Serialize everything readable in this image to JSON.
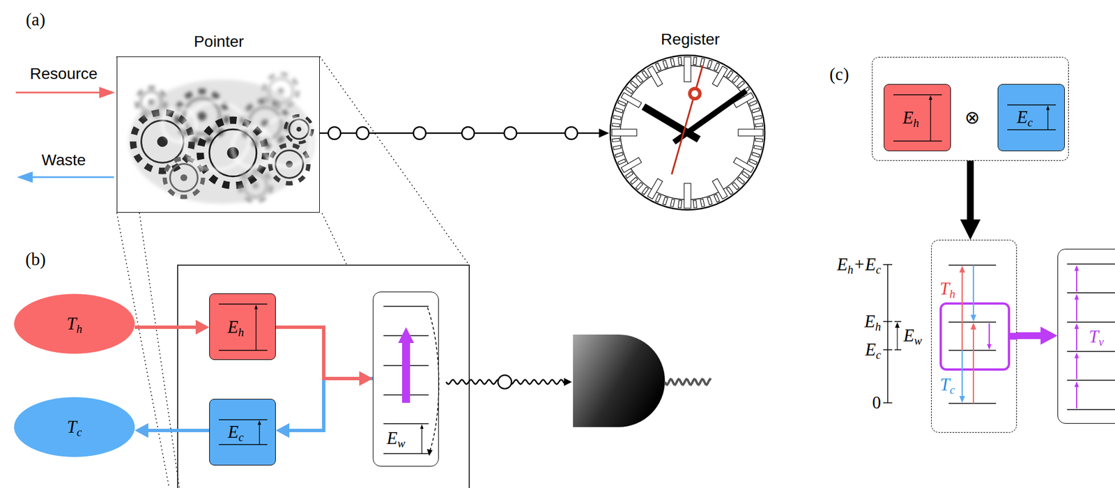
{
  "diagram": {
    "nodes": [
      {
        "text": [
          "Pointer"
        ]
      },
      {
        "text": [
          "Register"
        ]
      },
      {
        "text": [
          "Th"
        ]
      },
      {
        "text": [
          "Tc"
        ]
      },
      {
        "text": [
          "Eh"
        ]
      },
      {
        "text": [
          "Ec"
        ]
      },
      {
        "text": [
          "Ew"
        ]
      },
      {
        "text": [
          "⊗"
        ]
      },
      {
        "text": [
          "Eh"
        ],
        "in": 7
      },
      {
        "text": [
          "Ec"
        ],
        "in": 7
      },
      {
        "text": [
          "Th",
          "Tc"
        ]
      },
      {
        "text": [
          "Tv"
        ]
      }
    ],
    "edges": [
      {
        "from": 0,
        "to": 1,
        "arrow": "to"
      },
      {
        "from": 2,
        "to": 4,
        "arrow": "to"
      },
      {
        "from": 4,
        "to": 6,
        "arrow": "to"
      },
      {
        "from": 6,
        "to": 5,
        "arrow": "to"
      },
      {
        "from": 5,
        "to": 3,
        "arrow": "to"
      },
      {
        "from": 7,
        "to": 10,
        "arrow": "to"
      },
      {
        "from": 10,
        "to": 11,
        "arrow": "to"
      }
    ],
    "labels": [
      "(a)",
      "Resource",
      "Waste",
      "(b)",
      "(c)",
      "Eh+Ec",
      "Eh",
      "Ec",
      "0",
      "Ew"
    ]
  }
}
